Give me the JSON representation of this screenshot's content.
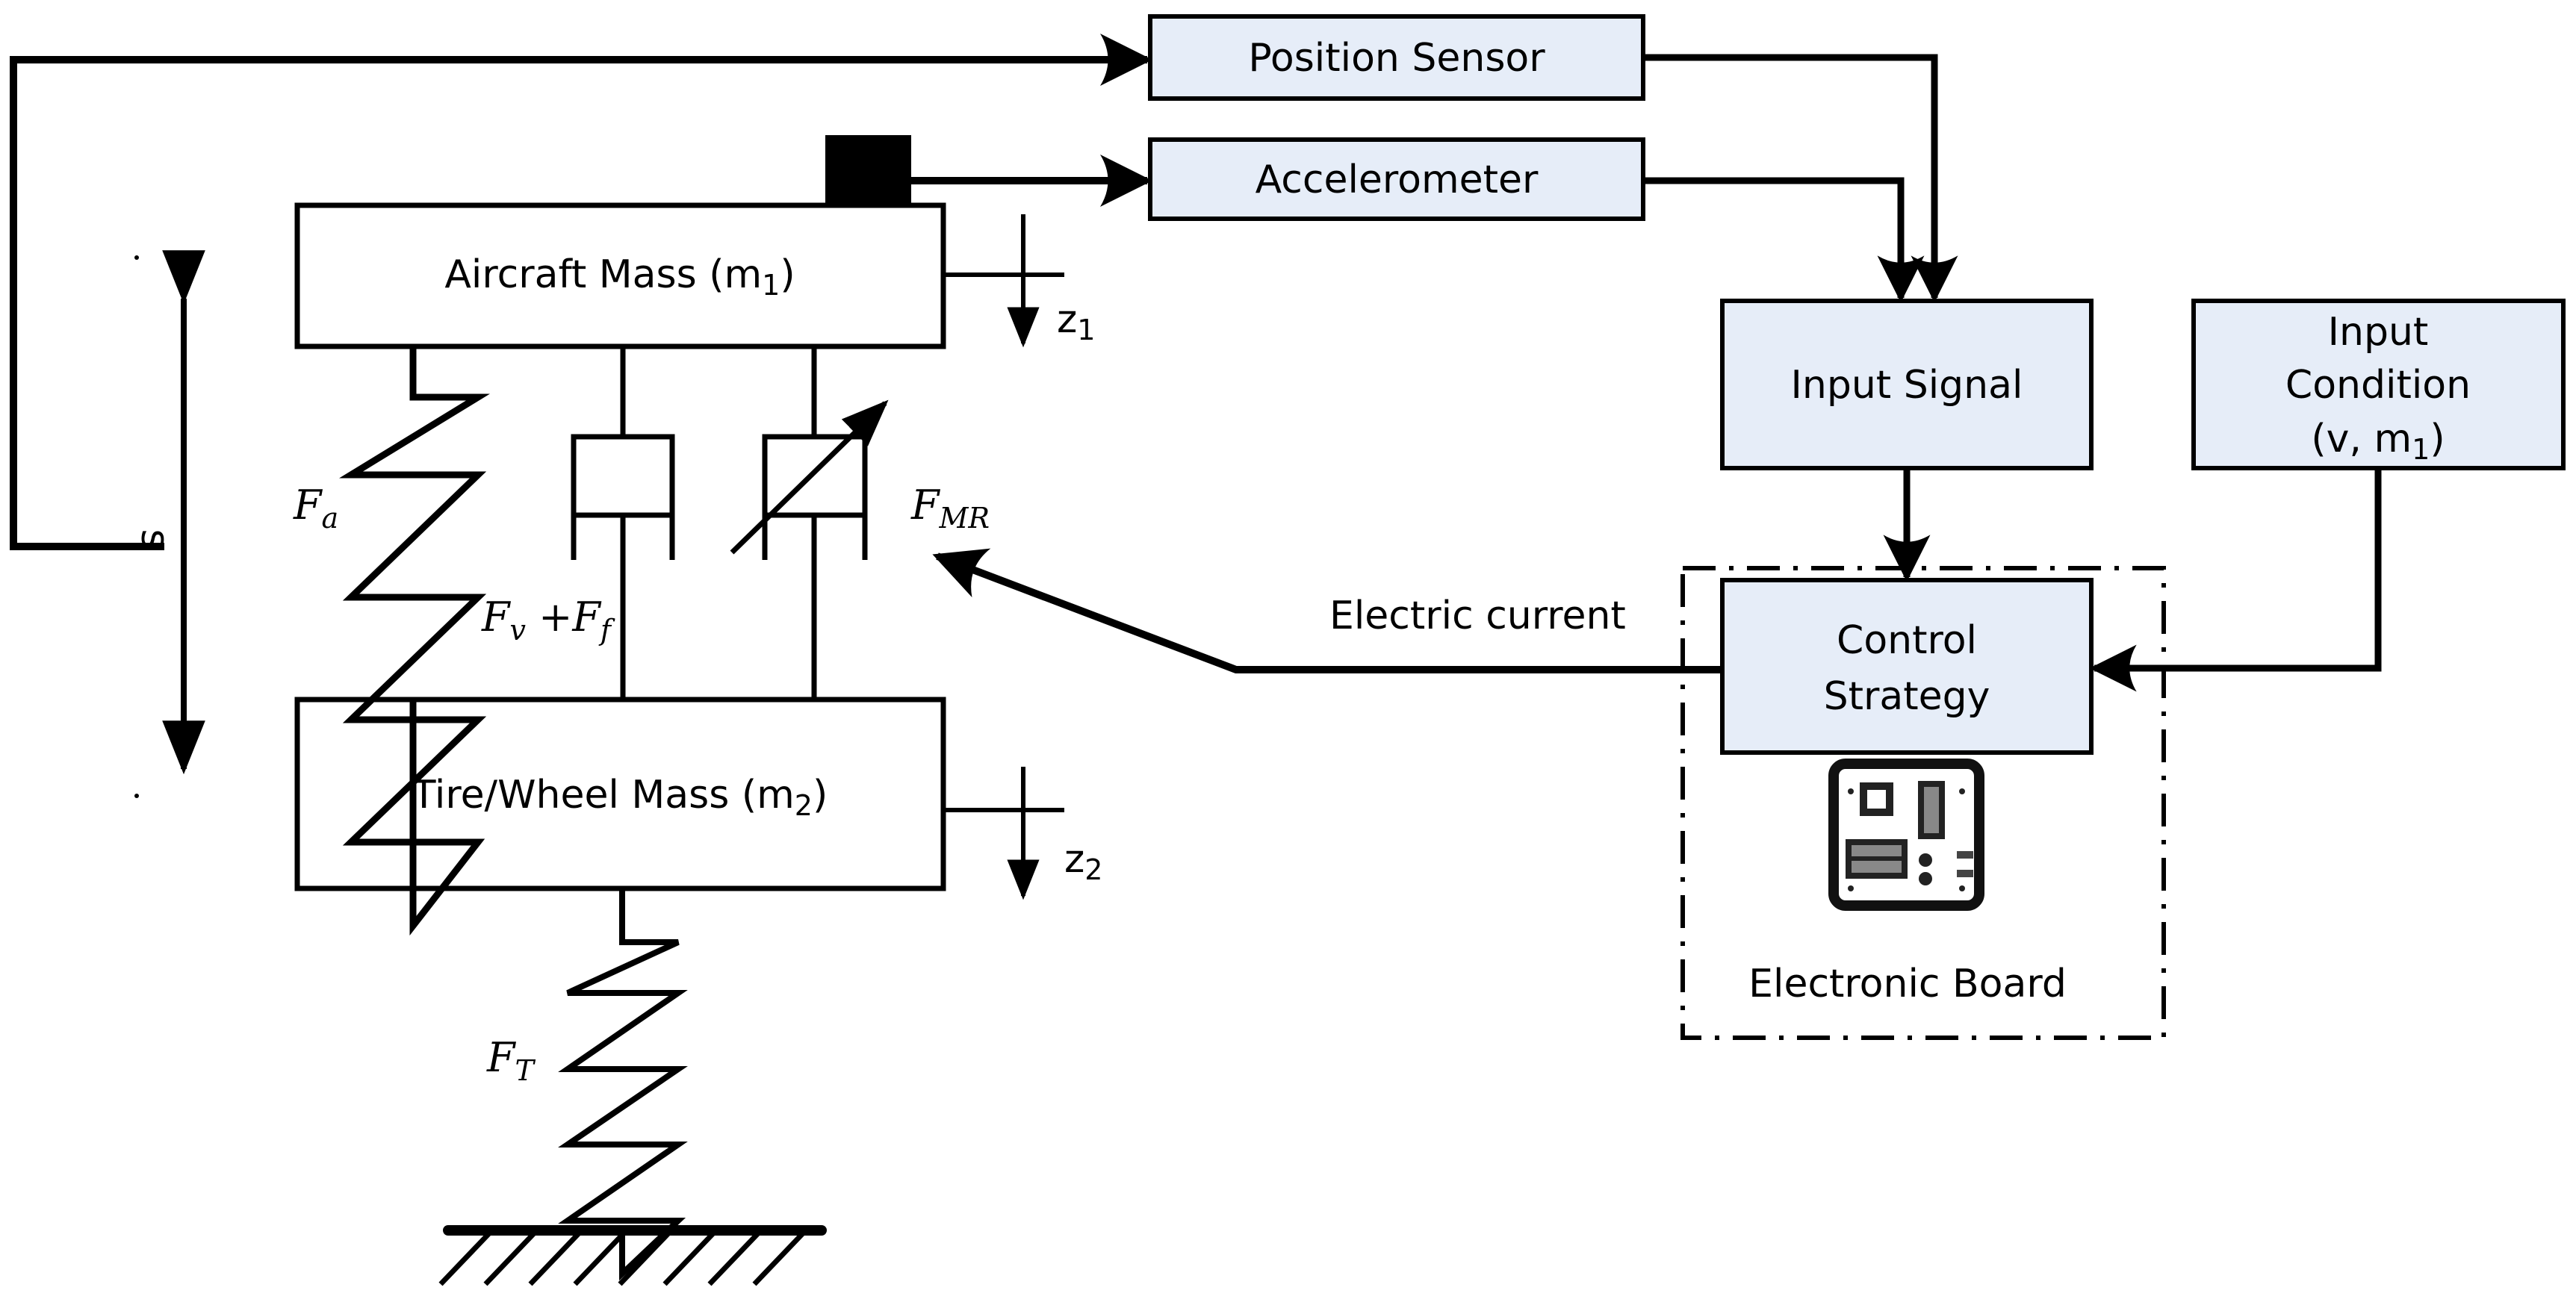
{
  "colors": {
    "block_fill": "#e6edf8",
    "stroke": "#000000",
    "background": "#ffffff"
  },
  "blocks": {
    "position_sensor": "Position Sensor",
    "accelerometer": "Accelerometer",
    "input_signal": "Input Signal",
    "input_condition": {
      "line1": "Input",
      "line2": "Condition",
      "line3_pre": "(v, m",
      "line3_sub": "1",
      "line3_post": ")"
    },
    "control_strategy": {
      "line1": "Control",
      "line2": "Strategy"
    }
  },
  "masses": {
    "aircraft": {
      "label": "Aircraft Mass (m",
      "sub": "1",
      "close": ")"
    },
    "tire": {
      "label": "Tire/Wheel Mass (m",
      "sub": "2",
      "close": ")"
    }
  },
  "forces": {
    "air_spring": {
      "main": "F",
      "sub": "a"
    },
    "viscous_friction": {
      "main1": "F",
      "sub1": "v",
      "plus": " +F",
      "sub2": "f"
    },
    "mr_damper": {
      "main": "F",
      "sub": "MR"
    },
    "tire_spring": {
      "main": "F",
      "sub": "T"
    }
  },
  "displacements": {
    "z1": {
      "main": "z",
      "sub": "1"
    },
    "z2": {
      "main": "z",
      "sub": "2"
    },
    "stroke": "s"
  },
  "labels": {
    "electric_current": "Electric current",
    "electronic_board": "Electronic Board"
  },
  "icons": {
    "board": "circuit-board-icon",
    "sensor": "accelerometer-sensor-icon"
  }
}
